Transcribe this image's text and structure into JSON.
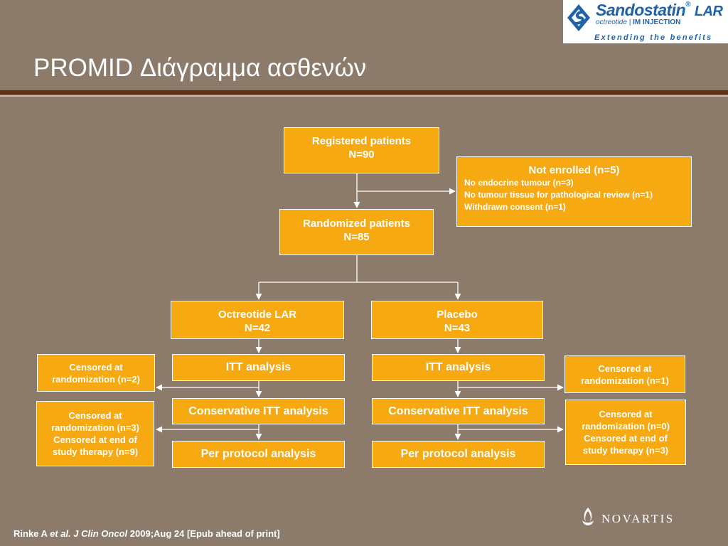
{
  "title": "PROMID Διάγραμμα ασθενών",
  "logo": {
    "brand": "Sandostatin",
    "brand_suffix": "LAR",
    "registered": "®",
    "generic": "octreotide",
    "route": "IM INJECTION",
    "tagline": "Extending the benefits"
  },
  "flow": {
    "registered": {
      "line1": "Registered patients",
      "line2": "N=90"
    },
    "not_enrolled": {
      "title": "Not enrolled (n=5)",
      "items": [
        "No endocrine tumour (n=3)",
        "No tumour tissue for pathological review (n=1)",
        "Withdrawn consent (n=1)"
      ]
    },
    "randomized": {
      "line1": "Randomized patients",
      "line2": "N=85"
    },
    "octreotide": {
      "line1": "Octreotide LAR",
      "line2": "N=42",
      "itt": "ITT analysis",
      "conservative": "Conservative ITT analysis",
      "per_protocol": "Per protocol analysis",
      "censored_1": [
        "Censored at",
        "randomization (n=2)"
      ],
      "censored_2": [
        "Censored at",
        "randomization (n=3)",
        "Censored at end of",
        "study therapy (n=9)"
      ]
    },
    "placebo": {
      "line1": "Placebo",
      "line2": "N=43",
      "itt": "ITT analysis",
      "conservative": "Conservative ITT analysis",
      "per_protocol": "Per protocol analysis",
      "censored_1": [
        "Censored at",
        "randomization (n=1)"
      ],
      "censored_2": [
        "Censored at",
        "randomization (n=0)",
        "Censored at end of",
        "study therapy (n=3)"
      ]
    }
  },
  "footer": {
    "author": "Rinke A ",
    "etal": "et al.",
    "journal": " J Clin Oncol",
    "citation": " 2009;Aug 24 [Epub ahead of print]"
  },
  "company": "NOVARTIS",
  "colors": {
    "background": "#8c7a6b",
    "box_fill": "#f6a910",
    "rule": "#5e2f17",
    "brand_blue": "#1f62a8"
  }
}
